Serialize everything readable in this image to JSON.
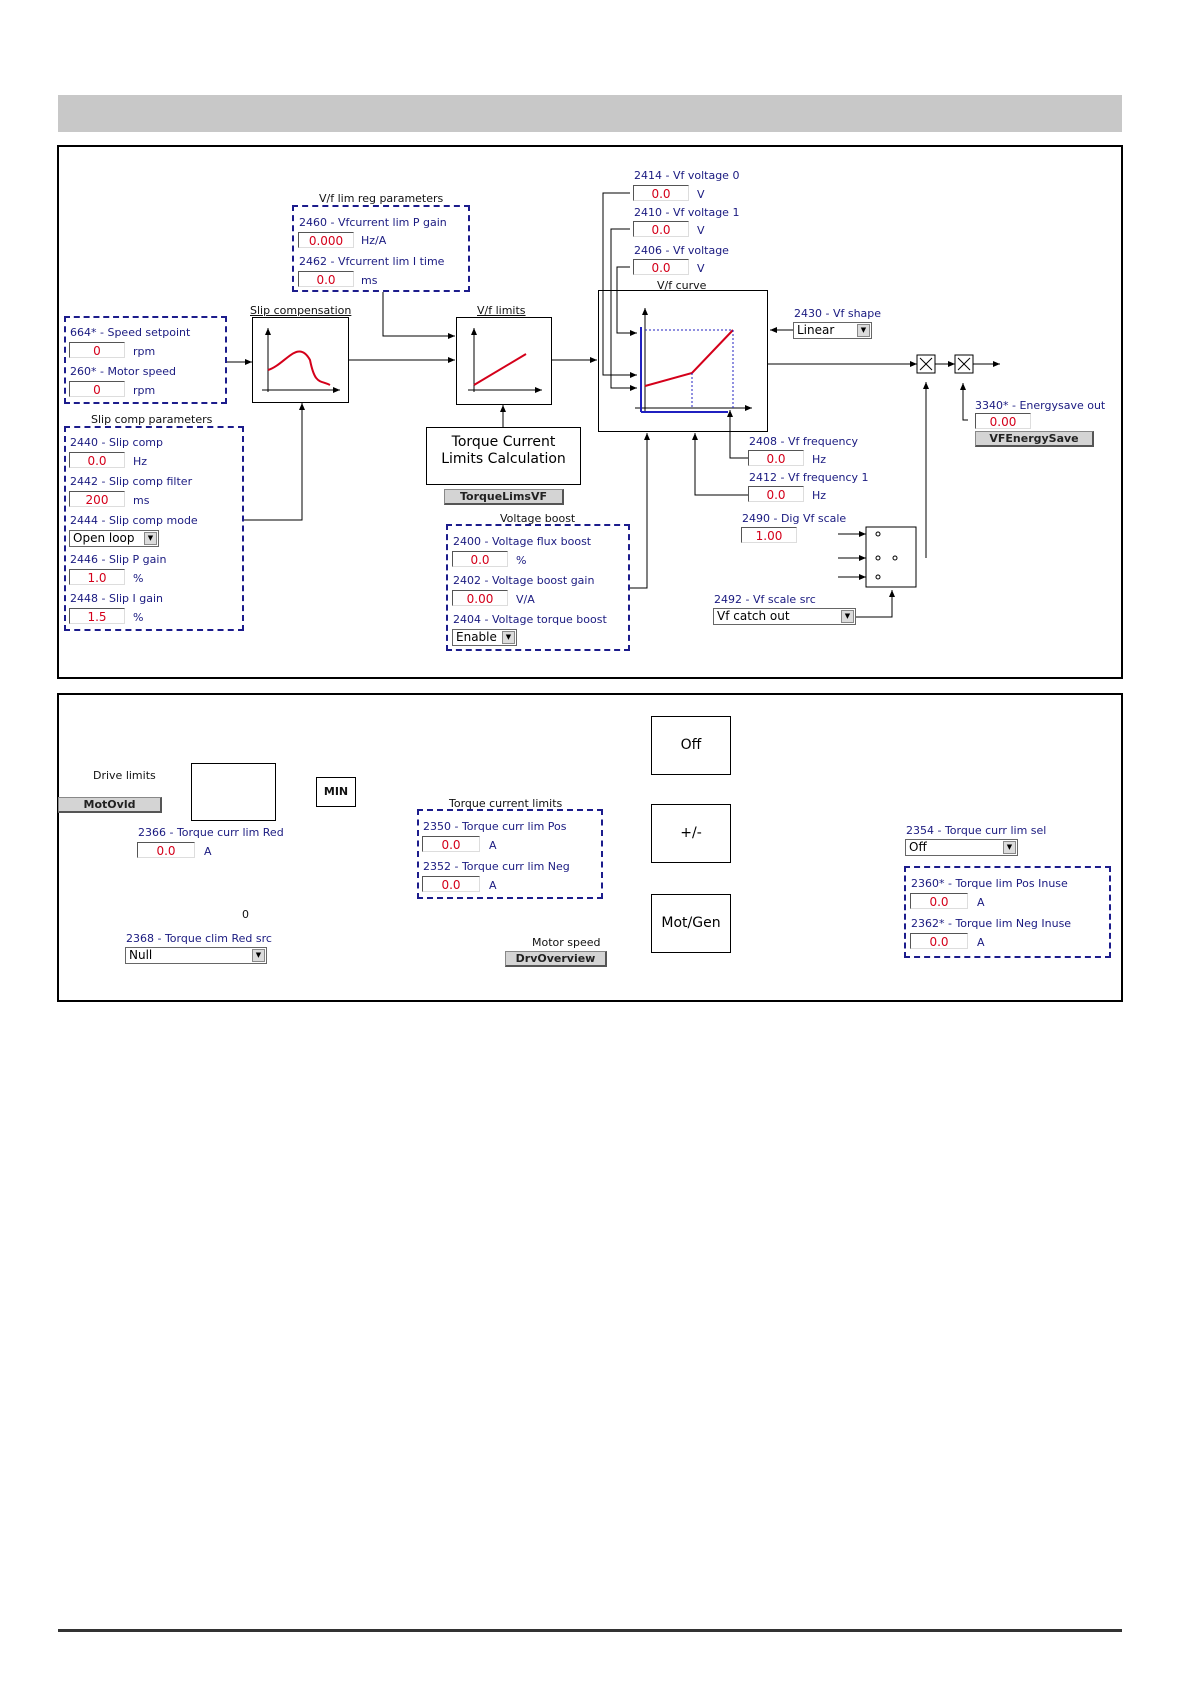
{
  "panel1": {
    "vf_lim_reg": {
      "title": "V/f lim reg parameters",
      "p2460": {
        "label": "2460 - Vfcurrent lim P gain",
        "value": "0.000",
        "unit": "Hz/A"
      },
      "p2462": {
        "label": "2462 - Vfcurrent lim I time",
        "value": "0.0",
        "unit": "ms"
      }
    },
    "setpoint": {
      "p664": {
        "label": "664* - Speed setpoint",
        "value": "0",
        "unit": "rpm"
      },
      "p260": {
        "label": "260* - Motor speed",
        "value": "0",
        "unit": "rpm"
      }
    },
    "slip_comp_params": {
      "title": "Slip comp parameters",
      "p2440": {
        "label": "2440 - Slip comp",
        "value": "0.0",
        "unit": "Hz"
      },
      "p2442": {
        "label": "2442 - Slip comp filter",
        "value": "200",
        "unit": "ms"
      },
      "p2444": {
        "label": "2444 - Slip comp mode",
        "selected": "Open loop"
      },
      "p2446": {
        "label": "2446 - Slip P gain",
        "value": "1.0",
        "unit": "%"
      },
      "p2448": {
        "label": "2448 - Slip I gain",
        "value": "1.5",
        "unit": "%"
      }
    },
    "blocks": {
      "slip_compensation": "Slip compensation",
      "vf_limits": "V/f limits",
      "torque_current_limits_calc": [
        "Torque Current",
        "Limits Calculation"
      ],
      "torque_lims_button": "TorqueLimsVF",
      "vf_curve": "V/f curve"
    },
    "voltage_boost": {
      "title": "Voltage boost",
      "p2400": {
        "label": "2400 - Voltage flux boost",
        "value": "0.0",
        "unit": "%"
      },
      "p2402": {
        "label": "2402 - Voltage boost gain",
        "value": "0.00",
        "unit": "V/A"
      },
      "p2404": {
        "label": "2404 - Voltage torque boost",
        "selected": "Enable"
      }
    },
    "vf_voltages": {
      "p2414": {
        "label": "2414 - Vf voltage 0",
        "value": "0.0",
        "unit": "V"
      },
      "p2410": {
        "label": "2410 - Vf voltage 1",
        "value": "0.0",
        "unit": "V"
      },
      "p2406": {
        "label": "2406 - Vf voltage",
        "value": "0.0",
        "unit": "V"
      }
    },
    "p2430": {
      "label": "2430 - Vf shape",
      "selected": "Linear"
    },
    "p2408": {
      "label": "2408 - Vf frequency",
      "value": "0.0",
      "unit": "Hz"
    },
    "p2412": {
      "label": "2412 - Vf frequency 1",
      "value": "0.0",
      "unit": "Hz"
    },
    "p2490": {
      "label": "2490 - Dig Vf scale",
      "value": "1.00"
    },
    "p2492": {
      "label": "2492 - Vf scale src",
      "selected": "Vf catch out"
    },
    "p3340": {
      "label": "3340* - Energysave out",
      "value": "0.00",
      "button": "VFEnergySave"
    }
  },
  "panel2": {
    "drive_limits": "Drive limits",
    "motovld_button": "MotOvld",
    "min_block": "MIN",
    "p2366": {
      "label": "2366 - Torque curr lim Red",
      "value": "0.0",
      "unit": "A"
    },
    "zero_label": "0",
    "p2368": {
      "label": "2368 - Torque clim Red src",
      "selected": "Null"
    },
    "torque_current_limits": {
      "title": "Torque current limits",
      "p2350": {
        "label": "2350 - Torque curr lim Pos",
        "value": "0.0",
        "unit": "A"
      },
      "p2352": {
        "label": "2352 - Torque curr lim Neg",
        "value": "0.0",
        "unit": "A"
      }
    },
    "modes": {
      "off": "Off",
      "plusminus": "+/-",
      "motgen": "Mot/Gen"
    },
    "motor_speed": "Motor speed",
    "drv_overview_button": "DrvOverview",
    "p2354": {
      "label": "2354 - Torque curr lim sel",
      "selected": "Off"
    },
    "p2360": {
      "label": "2360* - Torque lim Pos Inuse",
      "value": "0.0",
      "unit": "A"
    },
    "p2362": {
      "label": "2362* - Torque lim Neg Inuse",
      "value": "0.0",
      "unit": "A"
    }
  },
  "colors": {
    "param_label": "#1a1a80",
    "value_text": "#d4001a",
    "group_border": "#1c1c8c",
    "curve": "#d4001a",
    "axis_blue": "#2020c0"
  }
}
